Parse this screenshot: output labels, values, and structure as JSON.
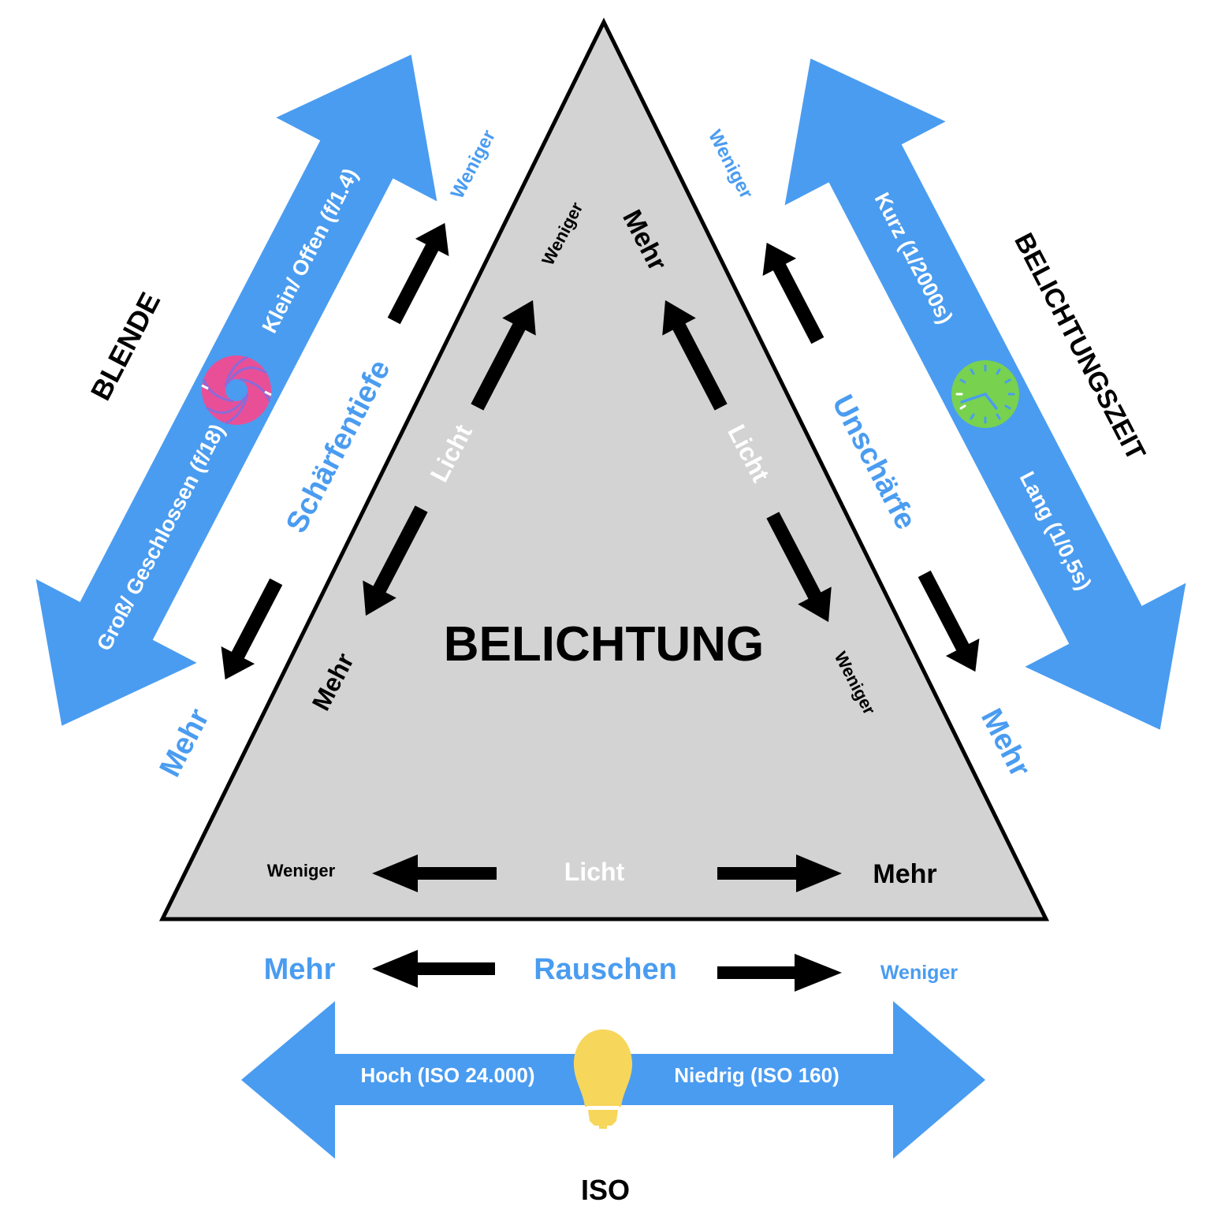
{
  "colors": {
    "blue": "#4a9cf0",
    "triangle_fill": "#d3d3d3",
    "aperture_pink": "#e94f97",
    "clock_green": "#78d14f",
    "bulb_yellow": "#f6d65b"
  },
  "center": {
    "title": "BELICHTUNG"
  },
  "blende": {
    "title": "BLENDE",
    "icon": "aperture-icon",
    "arrow_up_label": "Klein/ Offen (f/1.4)",
    "arrow_down_label": "Groß/ Geschlossen (f/18)",
    "effect": "Schärfentiefe",
    "effect_less": "Weniger",
    "effect_more": "Mehr",
    "light_label": "Licht",
    "light_less": "Weniger",
    "light_more": "Mehr"
  },
  "belichtungszeit": {
    "title": "BELICHTUNGSZEIT",
    "icon": "clock-icon",
    "arrow_up_label": "Kurz (1/2000s)",
    "arrow_down_label": "Lang (1/0,5s)",
    "effect": "Unschärfe",
    "effect_less": "Weniger",
    "effect_more": "Mehr",
    "light_label": "Licht",
    "light_more": "Mehr",
    "light_less": "Weniger"
  },
  "iso": {
    "title": "ISO",
    "icon": "lightbulb-icon",
    "arrow_left_label": "Hoch (ISO 24.000)",
    "arrow_right_label": "Niedrig (ISO 160)",
    "effect": "Rauschen",
    "effect_more": "Mehr",
    "effect_less": "Weniger",
    "light_label": "Licht",
    "light_less": "Weniger",
    "light_more": "Mehr"
  }
}
